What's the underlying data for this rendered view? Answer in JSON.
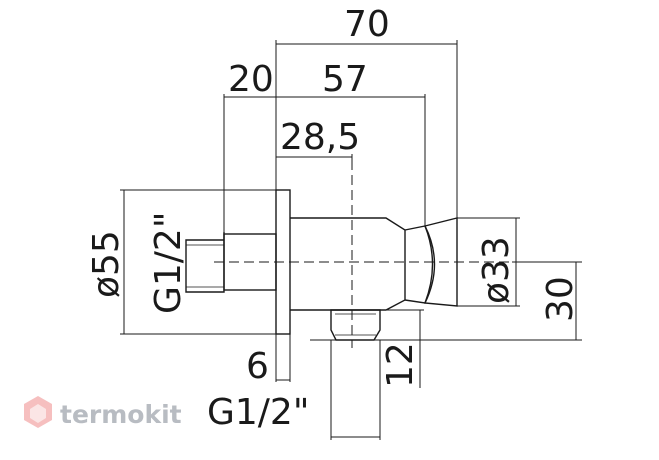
{
  "dimensions": {
    "overall_length": "70",
    "flange_offset": "20",
    "body_length": "57",
    "outlet_position": "28,5",
    "flange_diameter": "ø55",
    "inlet_thread": "G1/2\"",
    "holder_diameter": "ø33",
    "axis_height": "30",
    "flange_thickness": "6",
    "outlet_offset": "12",
    "outlet_thread": "G1/2\""
  },
  "watermark": {
    "brand": "termokit",
    "logo_color": "#ef8a8a",
    "text_color": "#b8bcc2"
  },
  "colors": {
    "line": "#1a1a1a",
    "background": "#ffffff"
  }
}
